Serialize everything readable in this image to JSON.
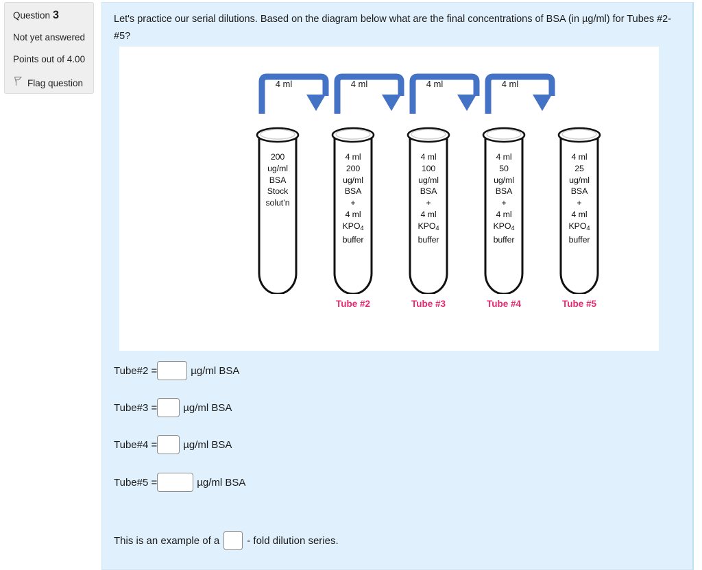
{
  "question_info": {
    "question_label": "Question",
    "question_number": "3",
    "status": "Not yet answered",
    "points": "Points out of 4.00",
    "flag_label": "Flag question",
    "flag_icon": "flag-icon"
  },
  "question": {
    "text": "Let's practice our serial dilutions.  Based on the diagram below what are the final concentrations of BSA (in µg/ml) for Tubes #2-#5?"
  },
  "diagram": {
    "arrow_labels": [
      "4 ml",
      "4 ml",
      "4 ml",
      "4 ml"
    ],
    "arrow_color": "#4472c4",
    "tube_label_color": "#e8286e",
    "tubes": [
      {
        "id": "tube-1",
        "lines": [
          "200",
          "ug/ml",
          "BSA",
          "Stock",
          "solut’n"
        ],
        "label": ""
      },
      {
        "id": "tube-2",
        "lines": [
          "4 ml",
          "200",
          "ug/ml",
          "BSA",
          "+",
          "4 ml",
          "KPO4",
          "buffer"
        ],
        "label": "Tube #2"
      },
      {
        "id": "tube-3",
        "lines": [
          "4 ml",
          "100",
          "ug/ml",
          "BSA",
          "+",
          "4 ml",
          "KPO4",
          "buffer"
        ],
        "label": "Tube #3"
      },
      {
        "id": "tube-4",
        "lines": [
          "4 ml",
          "50",
          "ug/ml",
          "BSA",
          "+",
          "4 ml",
          "KPO4",
          "buffer"
        ],
        "label": "Tube #4"
      },
      {
        "id": "tube-5",
        "lines": [
          "4 ml",
          "25",
          "ug/ml",
          "BSA",
          "+",
          "4 ml",
          "KPO4",
          "buffer"
        ],
        "label": "Tube #5"
      }
    ]
  },
  "answers": [
    {
      "prefix": "Tube#2 =",
      "value": "",
      "suffix": "µg/ml BSA",
      "width": 44
    },
    {
      "prefix": "Tube#3 =",
      "value": "",
      "suffix": "µg/ml BSA",
      "width": 33
    },
    {
      "prefix": "Tube#4 =",
      "value": "",
      "suffix": "µg/ml BSA",
      "width": 33
    },
    {
      "prefix": "Tube#5 =",
      "value": "",
      "suffix": "µg/ml BSA",
      "width": 53
    }
  ],
  "final_question": {
    "prefix": "This is an example of a",
    "value": "",
    "suffix": "- fold dilution series."
  }
}
